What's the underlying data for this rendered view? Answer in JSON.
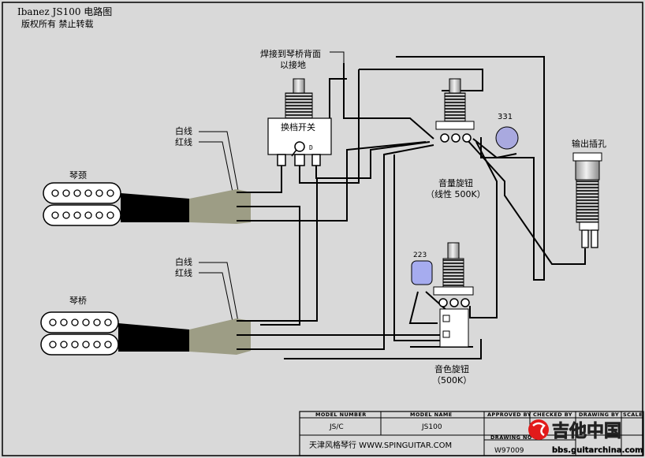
{
  "title": {
    "line1": "Ibanez JS100 电路图",
    "line2": "版权所有 禁止转载"
  },
  "labels": {
    "ground_note_1": "焊接到琴桥背面",
    "ground_note_2": "以接地",
    "switch": "换档开关",
    "volume_1": "音量旋钮",
    "volume_2": "（线性 500K）",
    "tone_1": "音色旋钮",
    "tone_2": "（500K）",
    "output_jack": "输出插孔",
    "neck_pickup": "琴颈",
    "bridge_pickup": "琴桥",
    "white_wire": "白线",
    "red_wire": "红线",
    "cap_331": "331",
    "cap_223": "223",
    "switch_letter": "D"
  },
  "title_block": {
    "model_number_header": "MODEL NUMBER",
    "model_name_header": "MODEL NAME",
    "approved_by_header": "APPROVED BY",
    "checked_by_header": "CHECKED BY",
    "drawing_by_header": "DRAWING BY",
    "scale_header": "SCALE",
    "model_number": "JS/C",
    "model_name": "JS100",
    "company": "天津风格琴行 WWW.SPINGUITAR.COM",
    "drawing_no_header": "DRAWING NO",
    "drawing_no": "W97009"
  },
  "watermark": {
    "name": "吉他中国",
    "url": "bbs.guitarchina.com"
  },
  "colors": {
    "background": "#d9d9d9",
    "cap_331": "#a9a9df",
    "cap_223": "#a6acef",
    "wire_insulation": "#9d9d85"
  }
}
